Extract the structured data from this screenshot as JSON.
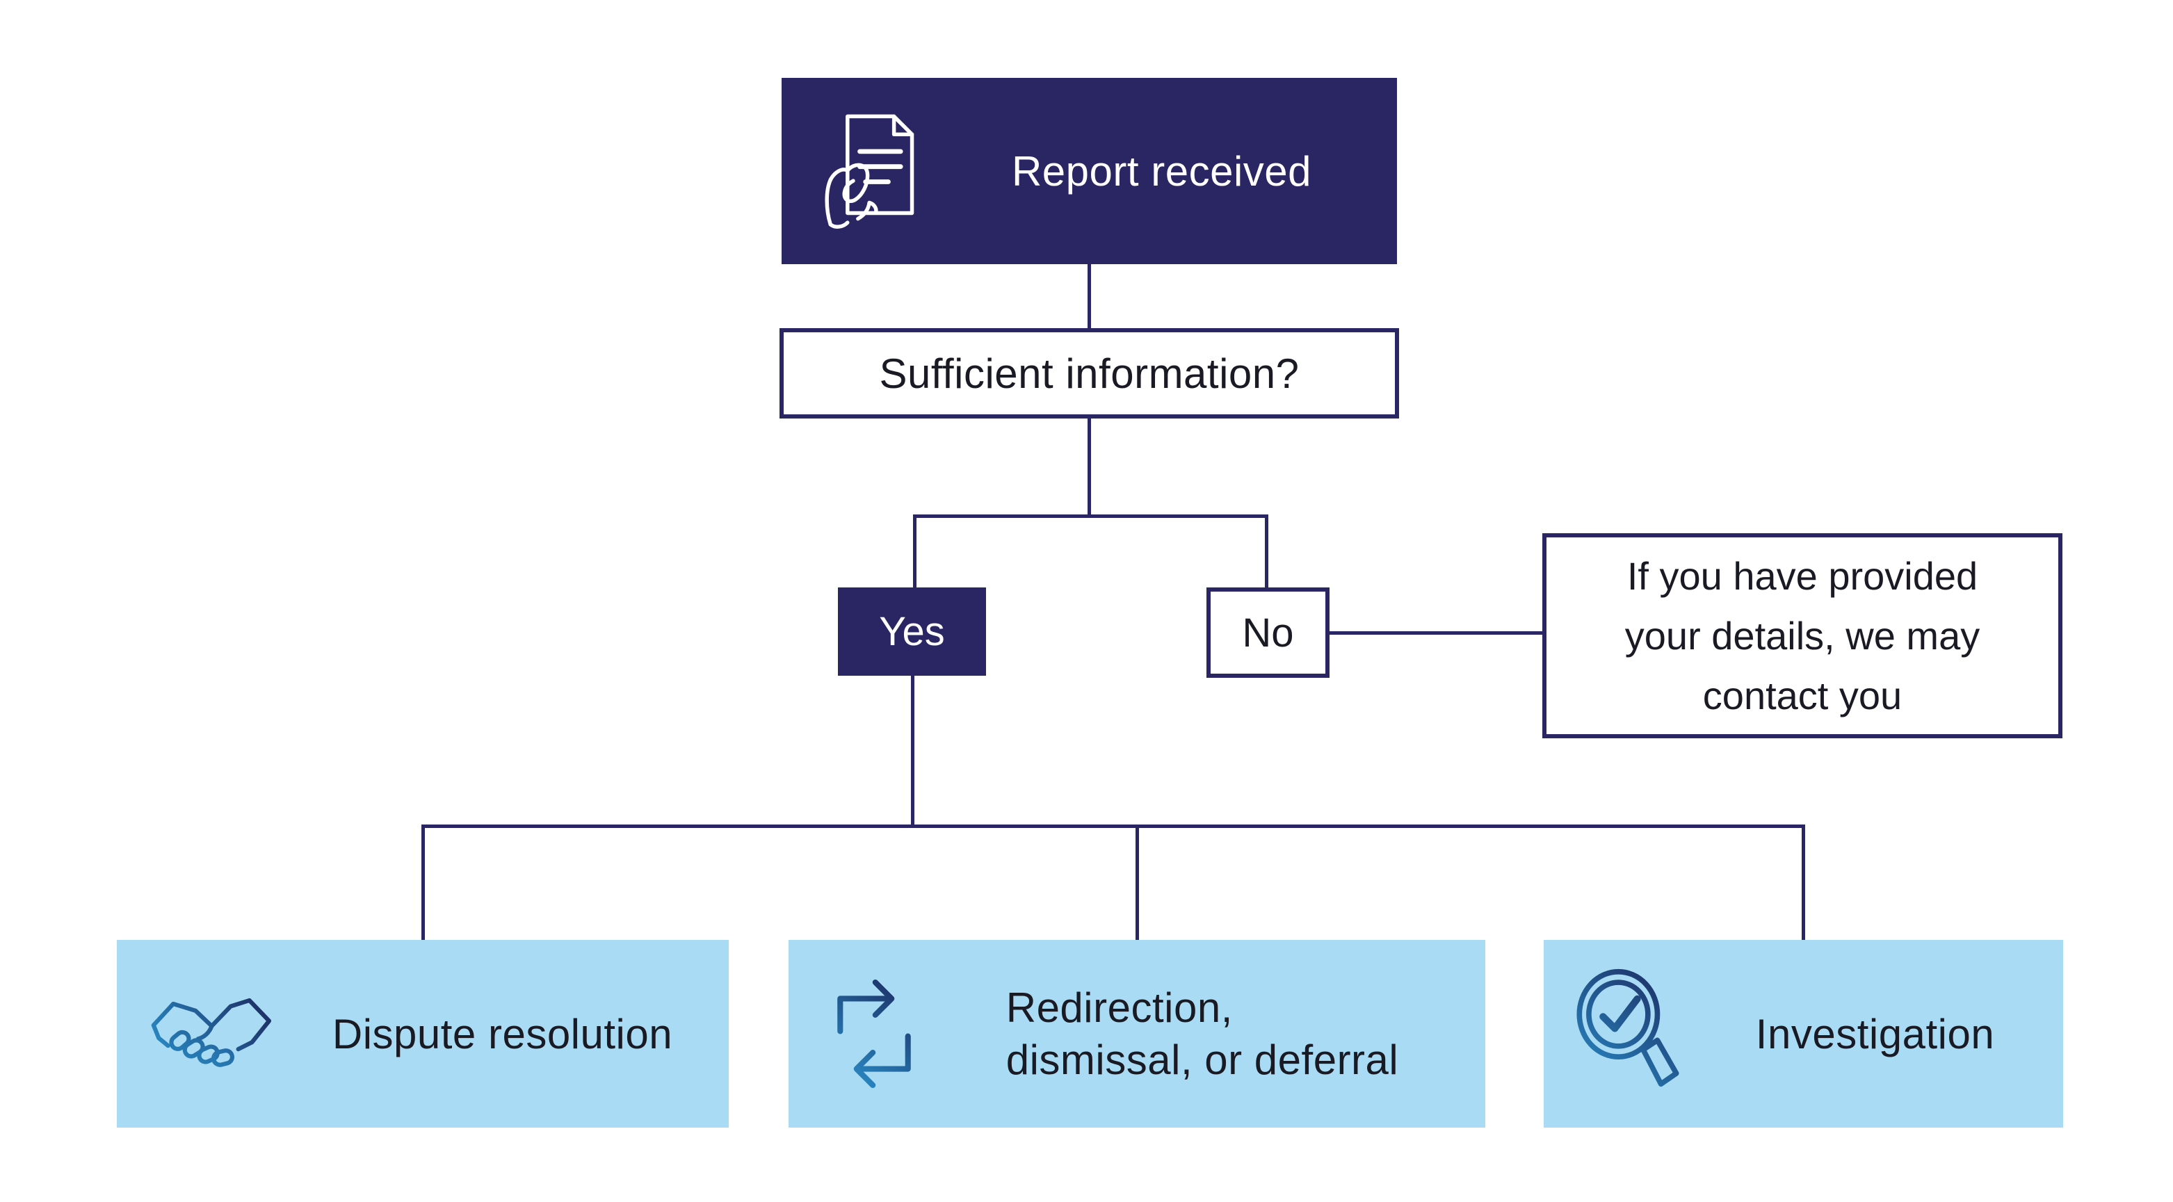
{
  "colors": {
    "navy": "#2a2663",
    "light_blue": "#a9dcf4",
    "connector_line": "#2a2663",
    "text_dark": "#1a1a24",
    "text_on_navy": "#ffffff",
    "icon_gradient_start": "#2b9cd8",
    "icon_gradient_end": "#1b2055",
    "report_icon_stroke": "#ffffff"
  },
  "nodes": {
    "report_received": {
      "label": "Report received",
      "icon": "document-in-hand-icon"
    },
    "sufficient_information": {
      "label": "Sufficient information?"
    },
    "yes": {
      "label": "Yes"
    },
    "no": {
      "label": "No"
    },
    "contact_note": {
      "line1": "If you have provided",
      "line2": "your details, we may",
      "line3": "contact you"
    },
    "outcomes": {
      "dispute_resolution": {
        "label": "Dispute resolution",
        "icon": "handshake-icon"
      },
      "redirection": {
        "line1": "Redirection,",
        "line2": "dismissal, or deferral",
        "icon": "redirection-arrows-icon"
      },
      "investigation": {
        "label": "Investigation",
        "icon": "magnifier-check-icon"
      }
    }
  }
}
